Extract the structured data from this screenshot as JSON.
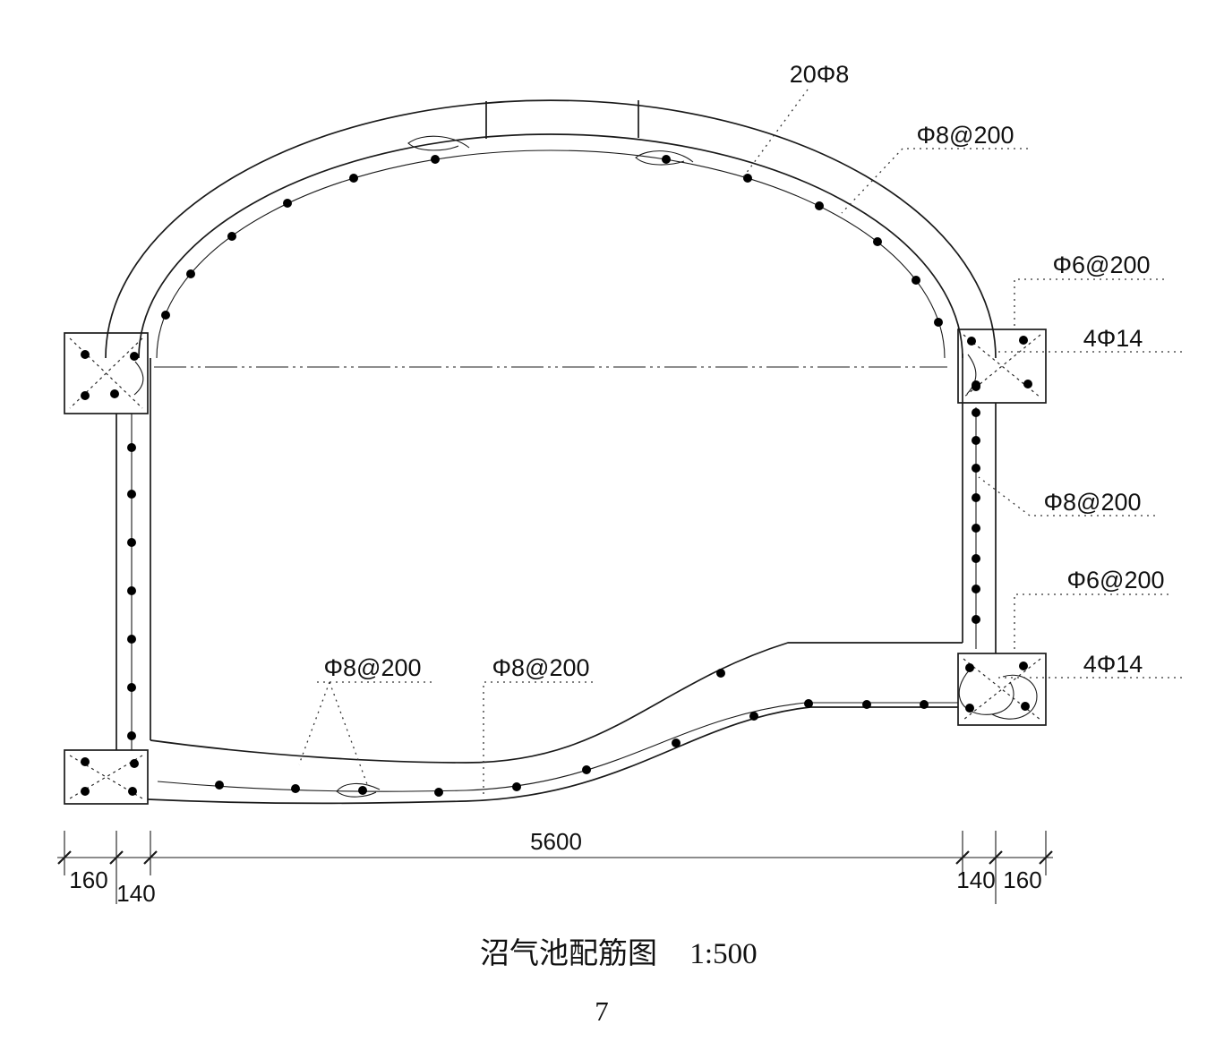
{
  "drawing": {
    "callouts": {
      "dome_bars": "20Φ8",
      "dome_hoops": "Φ8@200",
      "right_top_ties": "Φ6@200",
      "right_top_corner_bars": "4Φ14",
      "right_wall_hoops": "Φ8@200",
      "right_bottom_ties": "Φ6@200",
      "right_bottom_corner_bars": "4Φ14",
      "slab_left_hoops": "Φ8@200",
      "slab_mid_hoops": "Φ8@200"
    },
    "dimensions": {
      "left_outer": "160",
      "left_wall": "140",
      "inner_span": "5600",
      "right_wall": "140",
      "right_outer": "160"
    },
    "caption": {
      "name": "沼气池配筋图",
      "scale": "1:500"
    },
    "page_number": "7"
  }
}
